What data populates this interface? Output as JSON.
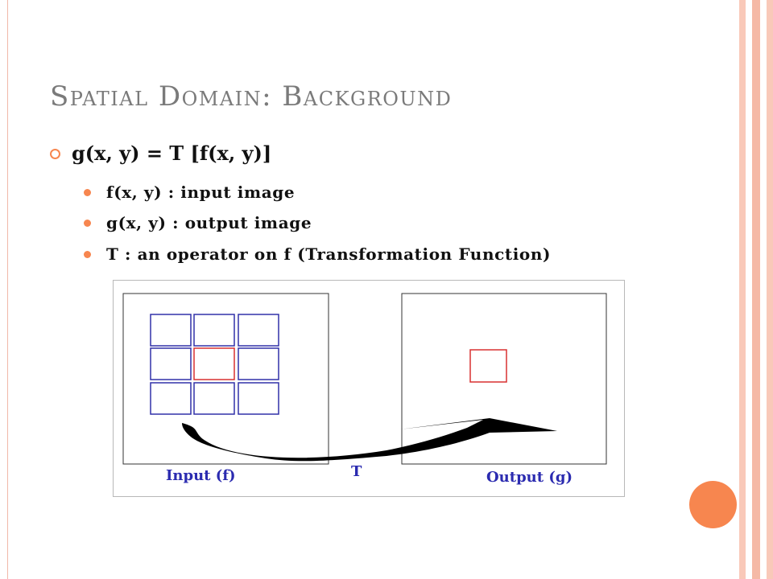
{
  "slide": {
    "title": "Spatial Domain: Background",
    "bullet_main": "g(x, y) = T [f(x, y)]",
    "sub_bullets": [
      "f(x, y) : input image",
      "g(x, y) : output image",
      "T : an operator on f (Transformation Function)"
    ]
  },
  "figure": {
    "input_label": "Input (f)",
    "operator_label": "T",
    "output_label": "Output (g)",
    "grid_color": "#3030a8",
    "highlight_color": "#d83030",
    "label_color": "#2b2bb0"
  },
  "colors": {
    "accent": "#f7864f",
    "title": "#7a7a7a",
    "frame_stripes": [
      "#f9c9b9",
      "#ffffff",
      "#f5b9a6",
      "#ffffff",
      "#f9c9b9"
    ]
  }
}
